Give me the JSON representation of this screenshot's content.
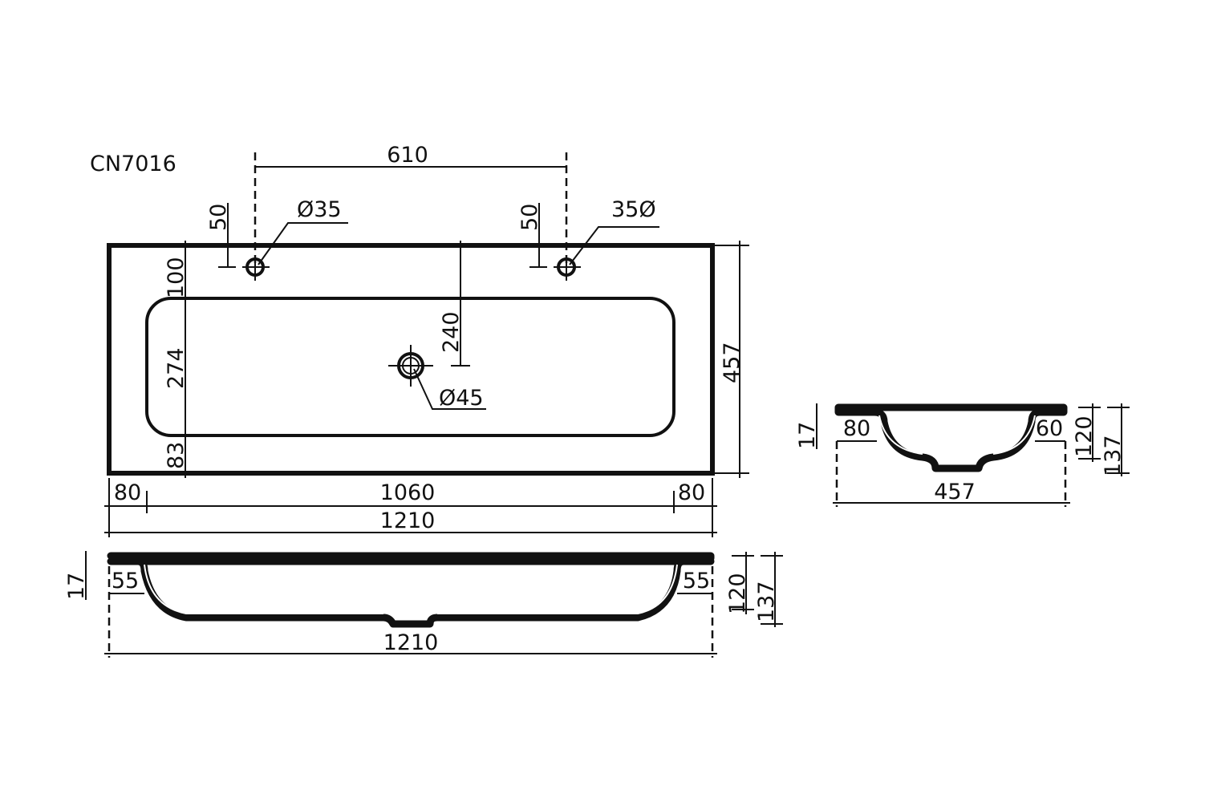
{
  "model": "CN7016",
  "top_view": {
    "faucet_spacing": "610",
    "left_hole_offset": "50",
    "left_hole_diameter": "Ø35",
    "right_hole_offset": "50",
    "right_hole_diameter": "35Ø",
    "drain_offset": "240",
    "drain_diameter": "Ø45",
    "front_to_basin": "100",
    "basin_depth": "274",
    "basin_to_back": "83",
    "overall_depth": "457",
    "left_margin": "80",
    "basin_width": "1060",
    "right_margin": "80",
    "overall_width": "1210"
  },
  "front_view": {
    "thickness": "17",
    "left_flange": "55",
    "right_flange": "55",
    "overall_width": "1210",
    "bowl_height": "120",
    "total_height": "137"
  },
  "side_view": {
    "thickness": "17",
    "front_flange": "80",
    "back_flange": "60",
    "overall_depth": "457",
    "bowl_height": "120",
    "total_height": "137"
  }
}
